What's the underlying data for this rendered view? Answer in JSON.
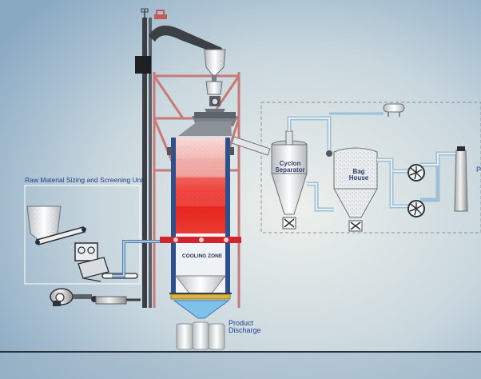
{
  "labels": {
    "sizing_unit": "Raw Material Sizing and Screening Unit",
    "cyclone_line1": "Cyclon",
    "cyclone_line2": "Separator",
    "bag_line1": "Bag",
    "bag_line2": "House",
    "cooling_zone": "COOLING ZONE",
    "product_line1": "Product",
    "product_line2": "Discharge",
    "edge_text": "P"
  },
  "colors": {
    "background_center": "#e7ece9",
    "background_edge": "#8fb0c9",
    "frame_red": "#c87a78",
    "kiln_blue": "#2d4f8c",
    "hot_zone": "#e8241e",
    "warm_zone": "#ef6f6a",
    "preheat_zone": "#f2b9b6",
    "duct_gray": "#3c3f44",
    "floor_line": "#2b2f36"
  }
}
